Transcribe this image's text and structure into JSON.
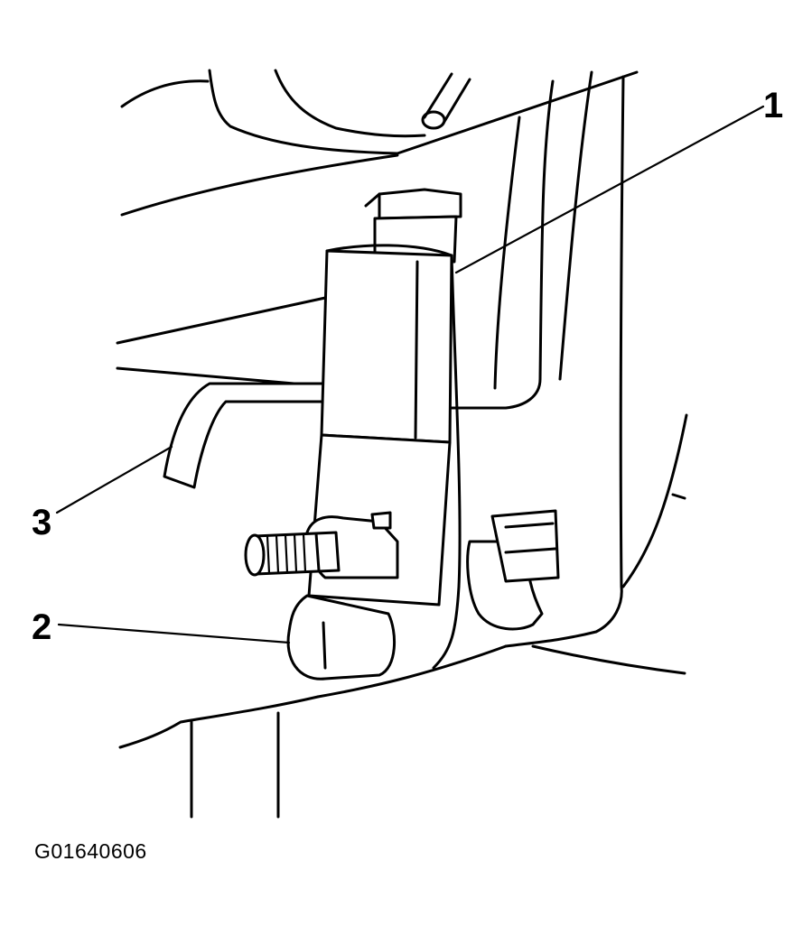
{
  "callouts": [
    {
      "id": "1",
      "label": "1"
    },
    {
      "id": "2",
      "label": "2"
    },
    {
      "id": "3",
      "label": "3"
    }
  ],
  "figure_id": "G01640606"
}
